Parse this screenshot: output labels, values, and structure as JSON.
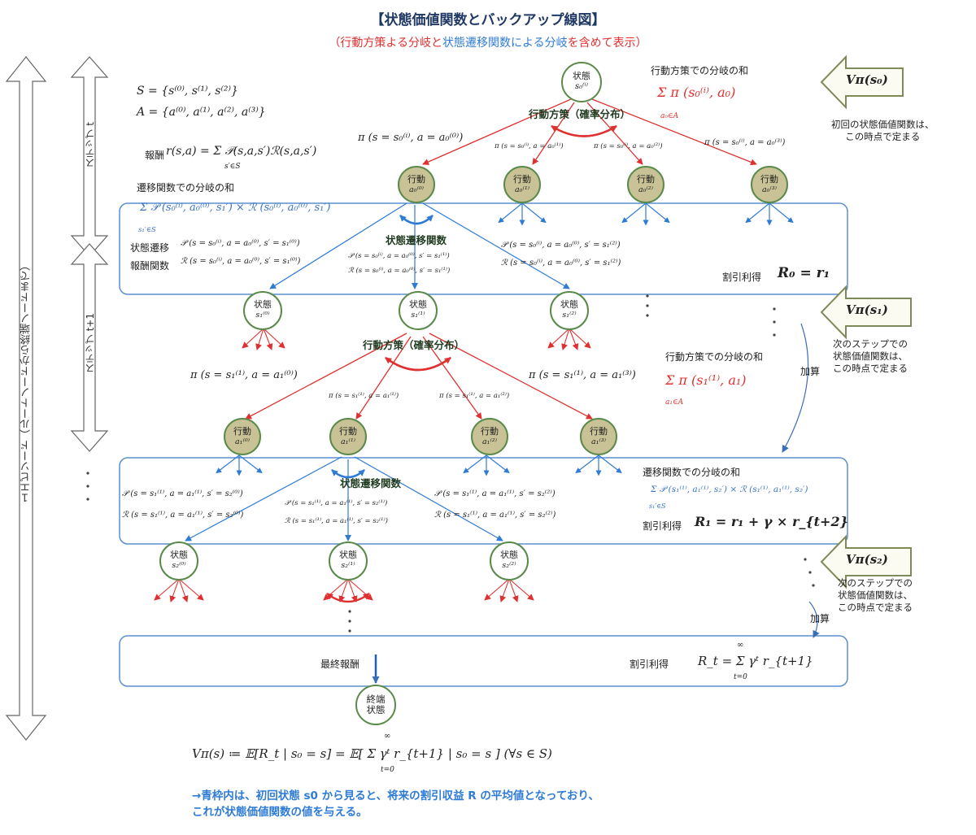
{
  "header": {
    "title": "【状態価値関数とバックアップ線図】",
    "subtitle_open": "（",
    "subtitle_red": "行動方策よる分岐",
    "subtitle_mid": "と",
    "subtitle_blue": "状態遷移関数による分岐",
    "subtitle_close": "を含めて表示）"
  },
  "sets": {
    "S": "S = {s⁽⁰⁾, s⁽¹⁾, s⁽²⁾}",
    "A": "A = {a⁽⁰⁾, a⁽¹⁾, a⁽²⁾, a⁽³⁾}",
    "reward_label": "報酬",
    "reward_formula": "r(s,a) = Σ 𝒫(s,a,s′)ℛ(s,a,s′)",
    "reward_sub": "s′∈S"
  },
  "left_brackets": {
    "episode": "１エピソード（ルートノードから終端ノードまで）",
    "step_t": "ステップ t",
    "step_t1": "ステップ t+1"
  },
  "step0": {
    "state_label": "状態",
    "state_sub": "s₀⁽ⁱ⁾",
    "policy_label": "行動方策（確率分布）",
    "policy_sum_title": "行動方策での分岐の和",
    "policy_sum_formula": "Σ π (s₀⁽ⁱ⁾, a₀)",
    "policy_sum_sub": "a₀∈A",
    "pi_0": "π (s = s₀⁽ⁱ⁾, a = a₀⁽⁰⁾)",
    "pi_1": "π (s = s₀⁽ⁱ⁾, a = a₀⁽¹⁾)",
    "pi_2": "π (s = s₀⁽ⁱ⁾, a = a₀⁽²⁾)",
    "pi_3": "π (s = s₀⁽ⁱ⁾, a = a₀⁽³⁾)",
    "actions": [
      "a₀⁽⁰⁾",
      "a₀⁽¹⁾",
      "a₀⁽²⁾",
      "a₀⁽³⁾"
    ],
    "action_label": "行動",
    "trans_sum_title": "遷移関数での分岐の和",
    "trans_sum_formula": "Σ 𝒫 (s₀⁽ⁱ⁾, a₀⁽⁰⁾, s₁′) × ℛ (s₀⁽ⁱ⁾, a₀⁽⁰⁾, s₁′)",
    "trans_sum_sub": "s₁′∈S",
    "trans_label": "状態遷移関数",
    "trans_row_label1": "状態遷移",
    "trans_row_label2": "報酬関数",
    "P_0": "𝒫 (s = s₀⁽ⁱ⁾, a = a₀⁽⁰⁾, s′ = s₁⁽⁰⁾)",
    "R_0": "ℛ (s = s₀⁽ⁱ⁾, a = a₀⁽⁰⁾, s′ = s₁⁽⁰⁾)",
    "P_1": "𝒫 (s = s₀⁽ⁱ⁾, a = a₀⁽⁰⁾, s′ = s₁⁽¹⁾)",
    "R_1": "ℛ (s = s₀⁽ⁱ⁾, a = a₀⁽⁰⁾, s′ = s₁⁽¹⁾)",
    "P_2": "𝒫 (s = s₀⁽ⁱ⁾, a = a₀⁽⁰⁾, s′ = s₁⁽²⁾)",
    "R_2": "ℛ (s = s₀⁽ⁱ⁾, a = a₀⁽⁰⁾, s′ = s₁⁽²⁾)",
    "discount_label": "割引利得",
    "discount_formula": "R₀ = r₁",
    "value_arrow": "Vπ(s₀)",
    "value_note": "初回の状態価値関数は、\nこの時点で定まる"
  },
  "step1": {
    "states": [
      "s₁⁽⁰⁾",
      "s₁⁽¹⁾",
      "s₁⁽²⁾"
    ],
    "policy_label": "行動方策（確率分布）",
    "policy_sum_title": "行動方策での分岐の和",
    "policy_sum_formula": "Σ π (s₁⁽¹⁾, a₁)",
    "policy_sum_sub": "a₁∈A",
    "pi_0": "π (s = s₁⁽¹⁾, a = a₁⁽⁰⁾)",
    "pi_1": "π (s = s₁⁽¹⁾, a = a₁⁽¹⁾)",
    "pi_2": "π (s = s₁⁽¹⁾, a = a₁⁽²⁾)",
    "pi_3": "π (s = s₁⁽¹⁾, a = a₁⁽³⁾)",
    "actions": [
      "a₁⁽⁰⁾",
      "a₁⁽¹⁾",
      "a₁⁽²⁾",
      "a₁⁽³⁾"
    ],
    "add_label": "加算",
    "trans_sum_title": "遷移関数での分岐の和",
    "trans_sum_formula": "Σ 𝒫 (s₁⁽¹⁾, a₁⁽¹⁾, s₂′) × ℛ (s₁⁽¹⁾, a₁⁽¹⁾, s₂′)",
    "trans_sum_sub": "s₁′∈S",
    "trans_label": "状態遷移関数",
    "P_0": "𝒫 (s = s₁⁽¹⁾, a = a₁⁽¹⁾, s′ = s₂⁽⁰⁾)",
    "R_0": "ℛ (s = s₁⁽¹⁾, a = a₁⁽¹⁾, s′ = s₂⁽⁰⁾)",
    "P_1": "𝒫 (s = s₁⁽¹⁾, a = a₁⁽¹⁾, s′ = s₂⁽¹⁾)",
    "R_1": "ℛ (s = s₁⁽¹⁾, a = a₁⁽¹⁾, s′ = s₂⁽¹⁾)",
    "P_2": "𝒫 (s = s₁⁽¹⁾, a = a₁⁽¹⁾, s′ = s₂⁽²⁾)",
    "R_2": "ℛ (s = s₁⁽¹⁾, a = a₁⁽¹⁾, s′ = s₂⁽²⁾)",
    "discount_label": "割引利得",
    "discount_formula": "R₁ = r₁ + γ × r_{t+2}",
    "value_arrow": "Vπ(s₁)",
    "value_note": "次のステップでの\n状態価値関数は、\nこの時点で定まる"
  },
  "step2": {
    "states": [
      "s₂⁽⁰⁾",
      "s₂⁽¹⁾",
      "s₂⁽²⁾"
    ],
    "add_label": "加算",
    "value_arrow": "Vπ(s₂)",
    "value_note": "次のステップでの\n状態価値関数は、\nこの時点で定まる"
  },
  "final": {
    "final_reward": "最終報酬",
    "terminal_label": "終端\n状態",
    "discount_label": "割引利得",
    "discount_formula": "R_t = Σ γᵗ r_{t+1}",
    "sum_top": "∞",
    "sum_bottom": "t=0"
  },
  "bottom": {
    "value_formula": "Vπ(s) ≔ 𝔼[R_t | s₀ = s] = 𝔼[ Σ γᵗ r_{t+1} | s₀ = s ]  (∀s ∈ S)",
    "sum_top": "∞",
    "sum_bottom": "t=0",
    "note_line1": "→青枠内は、初回状態 s0 から見ると、将来の割引収益 R の平均値となっており、",
    "note_line2": "これが状態価値関数の値を与える。"
  },
  "colors": {
    "policy": "#e03030",
    "transition": "#2e7bd6",
    "node_border": "#5a8a4a",
    "action_fill": "#c8c296",
    "box": "#5b8fd0",
    "title": "#1f3864"
  }
}
